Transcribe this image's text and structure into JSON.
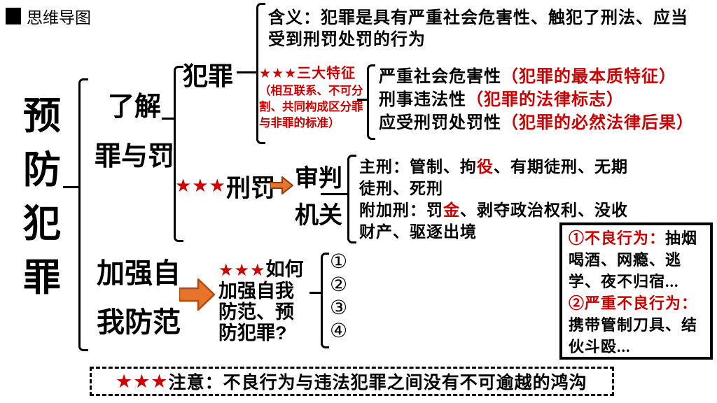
{
  "header": {
    "label": "思维导图"
  },
  "accent": {
    "red": "#cc0000",
    "orange": "#e8732a",
    "black": "#000000"
  },
  "root": {
    "title": "预防犯罪"
  },
  "branch_understand": {
    "lines": [
      "了解",
      "罪与罚"
    ],
    "crime": {
      "label": "犯罪",
      "meaning": "含义：犯罪是具有严重社会危害性、触犯了刑法、应当受到刑罚处罚的行为",
      "features": {
        "stars": "★★★",
        "title": "三大特征",
        "note": "（相互联系、不可分割、共同构成区分罪与非罪的标准）",
        "items": [
          {
            "name": "严重社会危害性",
            "tag": "（犯罪的最本质特征）"
          },
          {
            "name": "刑事违法性",
            "tag": "（犯罪的法律标志）"
          },
          {
            "name": "应受刑罚处罚性",
            "tag": "（犯罪的必然法律后果）"
          }
        ]
      }
    },
    "punishment": {
      "stars": "★★★",
      "label": "刑罚",
      "organ_lines": [
        "审判",
        "机关"
      ],
      "main_penalty": {
        "pre": "主刑：管制、拘",
        "red": "役",
        "post": "、有期徒刑、无期徒刑、死刑"
      },
      "additional_penalty": {
        "pre": "附加刑：罚",
        "red": "金",
        "post": "、剥夺政治权利、没收财产、驱逐出境"
      }
    }
  },
  "branch_prevent": {
    "lines": [
      "加强自",
      "我防范"
    ],
    "how": {
      "stars": "★★★",
      "first_line": "如何",
      "rest_lines": [
        "加强自我",
        "防范、预",
        "防犯罪?"
      ]
    },
    "items": [
      "①",
      "②",
      "③",
      "④"
    ]
  },
  "behavior_box": {
    "item1": {
      "label": "①不良行为：",
      "text": "抽烟喝酒、网瘾、逃学、夜不归宿..."
    },
    "item2": {
      "label": "②严重不良行为：",
      "text": "携带管制刀具、结伙斗殴..."
    }
  },
  "note_box": {
    "stars": "★★★",
    "text": "注意：不良行为与违法犯罪之间没有不可逾越的鸿沟"
  }
}
